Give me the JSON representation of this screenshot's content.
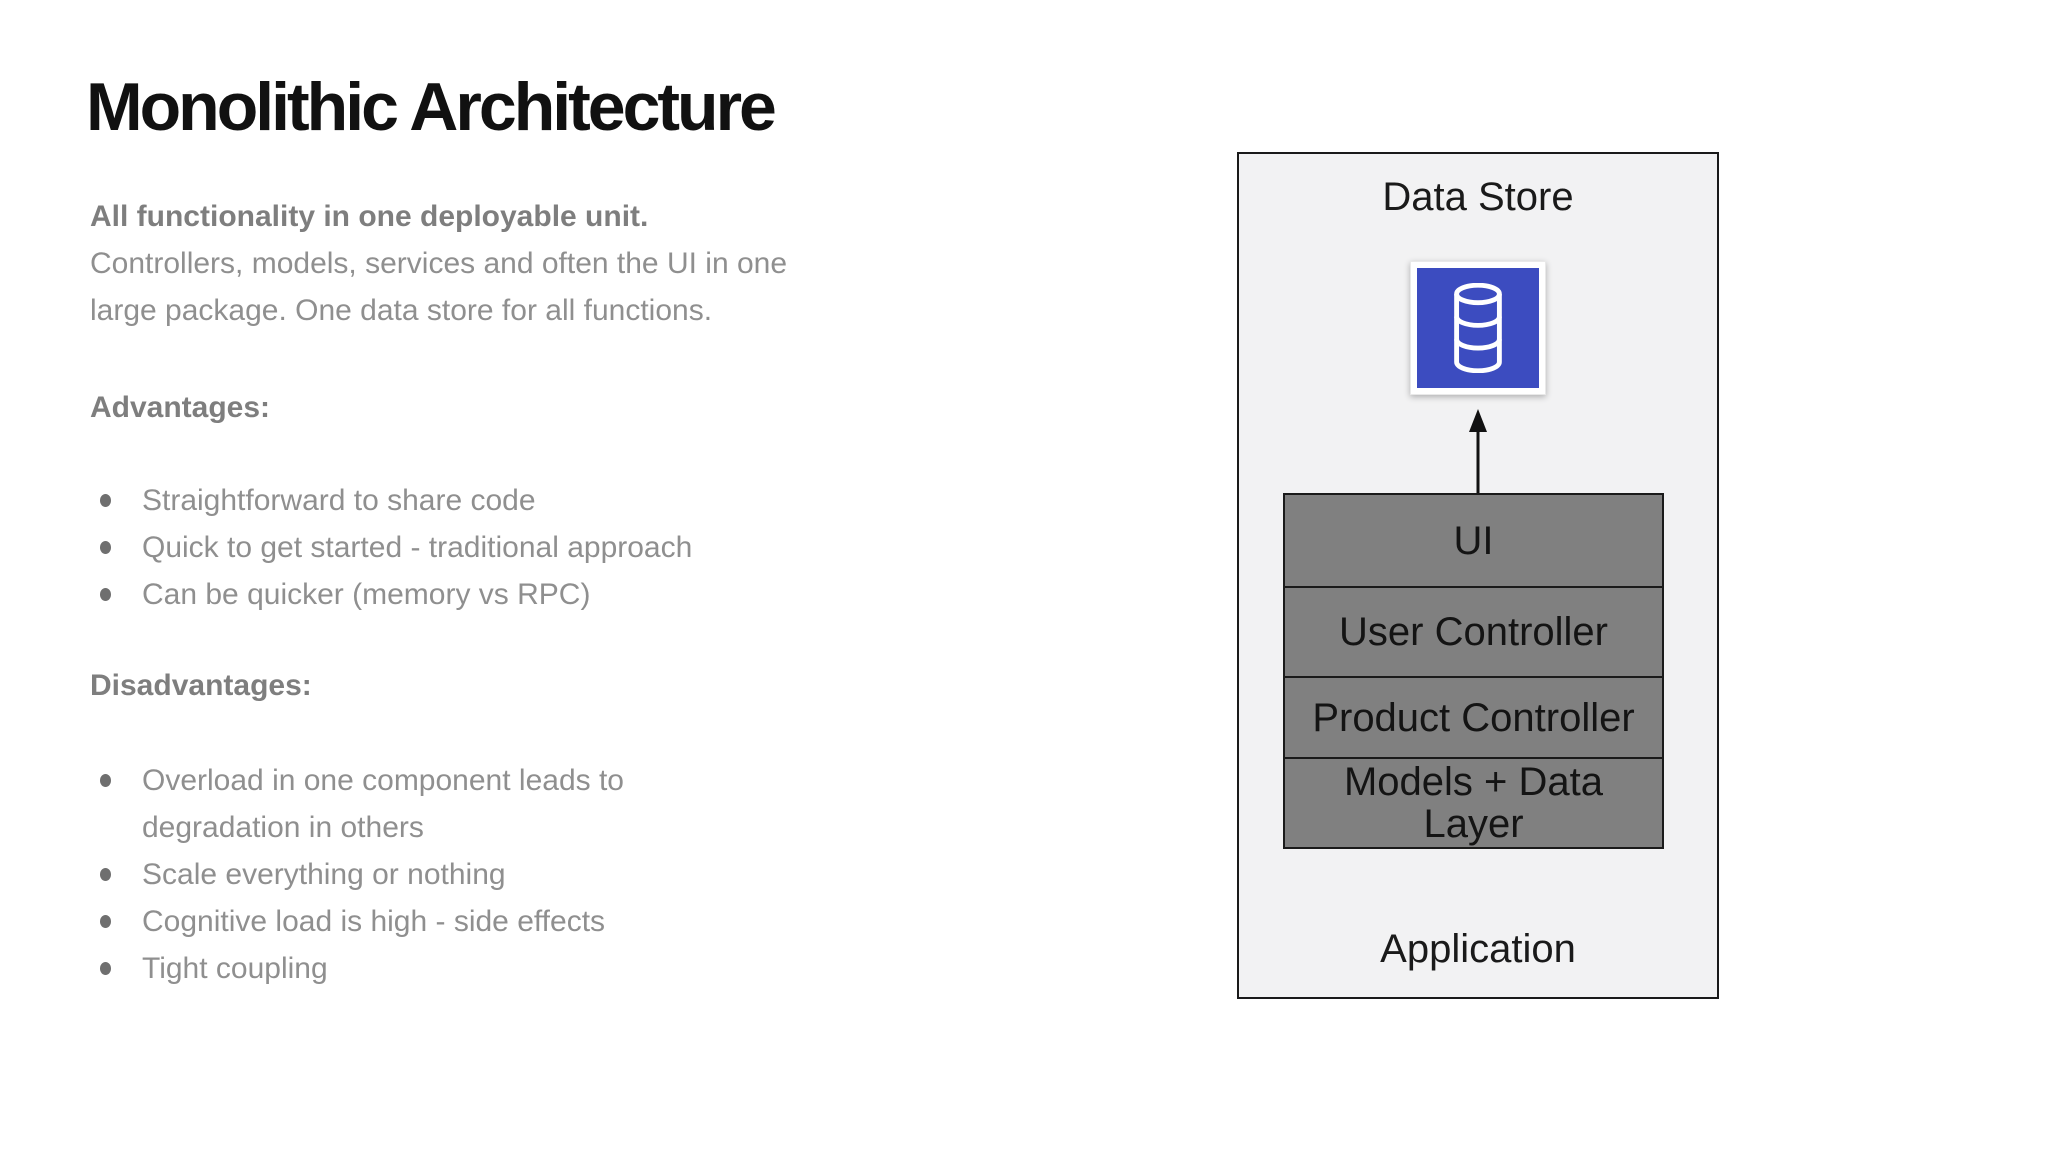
{
  "colors": {
    "accent_blue": "#3c4cc0",
    "panel_bg": "#f2f2f3",
    "row_gray": "#808080",
    "border_dark": "#1a1a1a",
    "body_gray": "#8f8f8f",
    "head_gray": "#7e7e7e"
  },
  "icons": {
    "database": "database-icon",
    "arrow_up": "arrow-up-icon"
  },
  "slide": {
    "title": "Monolithic Architecture",
    "intro": {
      "bold_line": "All functionality in one deployable unit.",
      "lines": [
        "Controllers, models, services and often the UI in one",
        "large package. One data store for all functions."
      ]
    },
    "advantages": {
      "heading": "Advantages:",
      "items": [
        [
          "Straightforward to share code"
        ],
        [
          "Quick to get started - traditional approach"
        ],
        [
          "Can be quicker (memory vs RPC)"
        ]
      ]
    },
    "disadvantages": {
      "heading": "Disadvantages:",
      "items": [
        [
          "Overload in one component leads to",
          "degradation in others"
        ],
        [
          "Scale everything or nothing"
        ],
        [
          "Cognitive load is high - side effects"
        ],
        [
          "Tight coupling"
        ]
      ]
    },
    "diagram": {
      "data_store_label": "Data Store",
      "application_label": "Application",
      "stack_rows": [
        [
          "UI"
        ],
        [
          "User Controller"
        ],
        [
          "Product Controller"
        ],
        [
          "Models + Data",
          "Layer"
        ]
      ]
    }
  }
}
